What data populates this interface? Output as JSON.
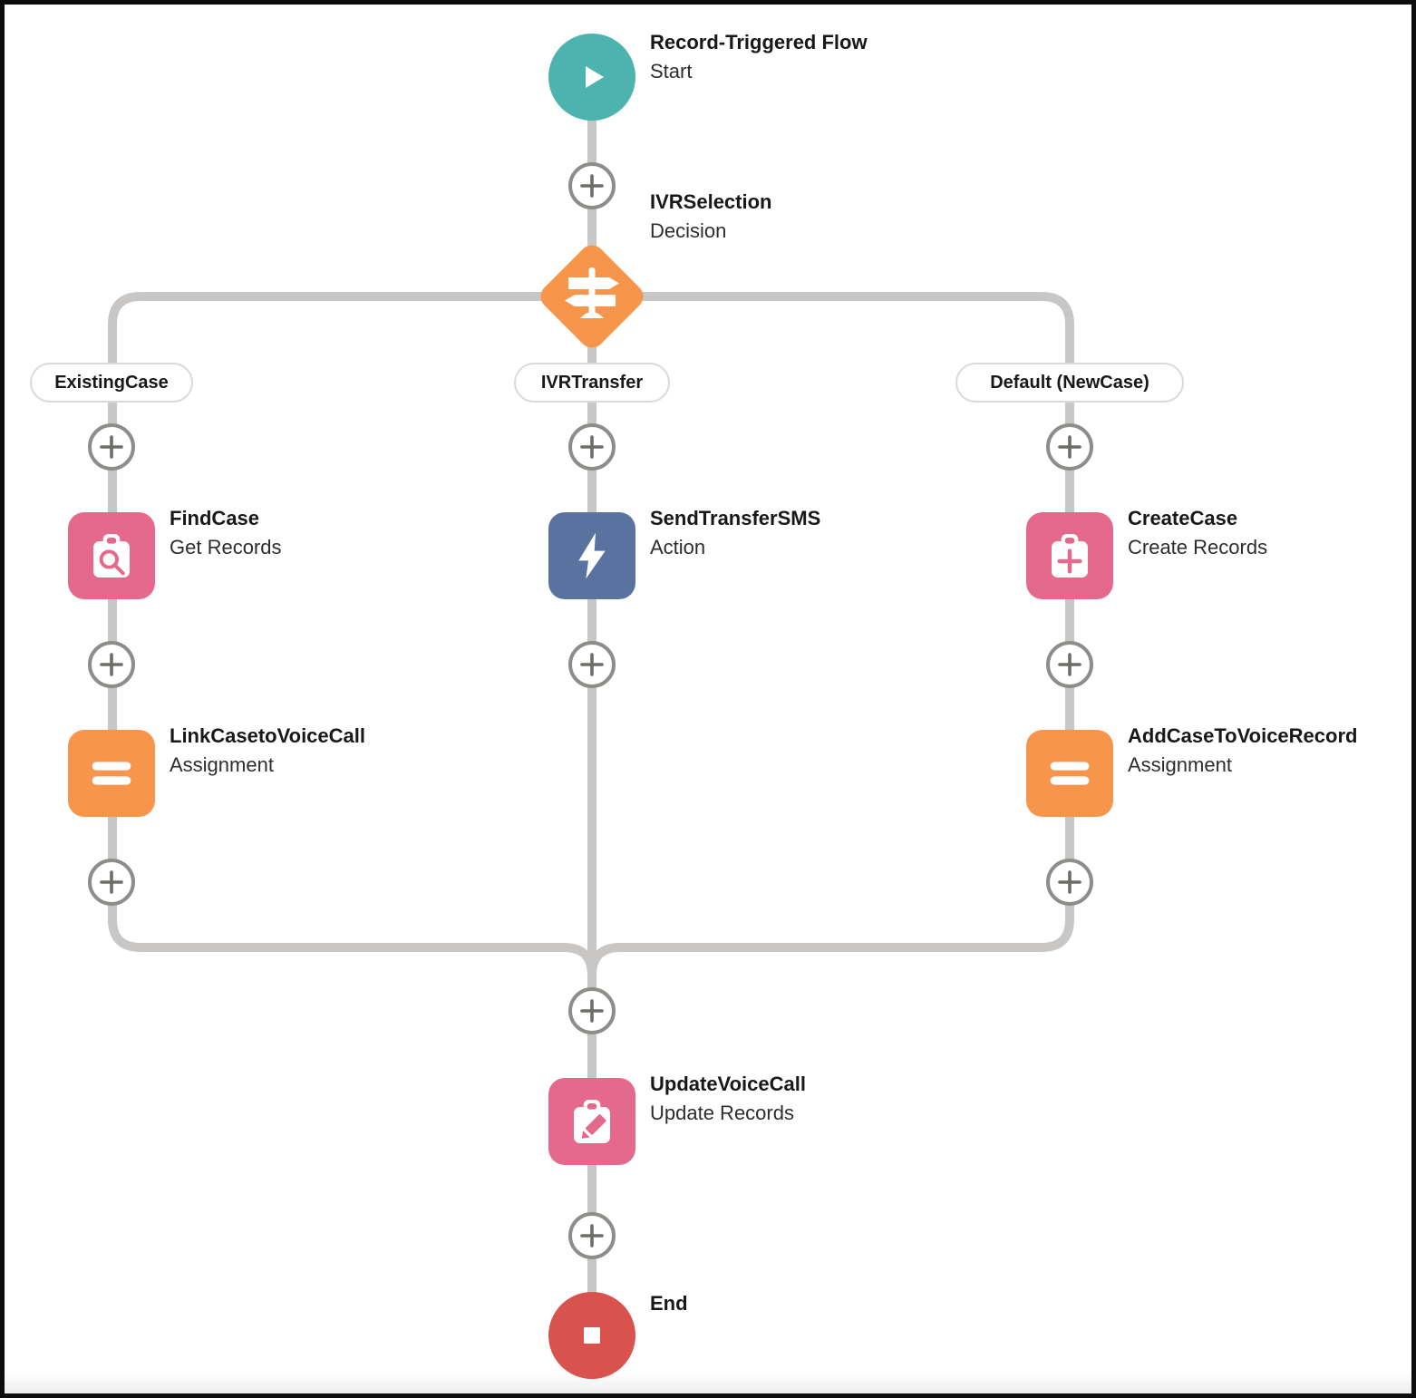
{
  "flow": {
    "type_label": "Record-Triggered Flow",
    "nodes": {
      "start": {
        "title": "Record-Triggered Flow",
        "subtitle": "Start",
        "icon": "play-icon",
        "color": "#4db3ae"
      },
      "decision": {
        "title": "IVRSelection",
        "subtitle": "Decision",
        "icon": "signpost-icon",
        "color": "#f7954a"
      },
      "findcase": {
        "title": "FindCase",
        "subtitle": "Get Records",
        "icon": "clipboard-search-icon",
        "color": "#e5698c"
      },
      "sendtransfersms": {
        "title": "SendTransferSMS",
        "subtitle": "Action",
        "icon": "lightning-icon",
        "color": "#5a72a0"
      },
      "createcase": {
        "title": "CreateCase",
        "subtitle": "Create Records",
        "icon": "clipboard-plus-icon",
        "color": "#e5698c"
      },
      "linkcase": {
        "title": "LinkCasetoVoiceCall",
        "subtitle": "Assignment",
        "icon": "equals-icon",
        "color": "#f7954a"
      },
      "addcase": {
        "title": "AddCaseToVoiceRecord",
        "subtitle": "Assignment",
        "icon": "equals-icon",
        "color": "#f7954a"
      },
      "updatevoicecall": {
        "title": "UpdateVoiceCall",
        "subtitle": "Update Records",
        "icon": "clipboard-pencil-icon",
        "color": "#e5698c"
      },
      "end": {
        "title": "End",
        "icon": "stop-icon",
        "color": "#d9534e"
      }
    },
    "branches": [
      {
        "label": "ExistingCase"
      },
      {
        "label": "IVRTransfer"
      },
      {
        "label": "Default (NewCase)"
      }
    ],
    "connector_color": "#c9c7c5"
  }
}
